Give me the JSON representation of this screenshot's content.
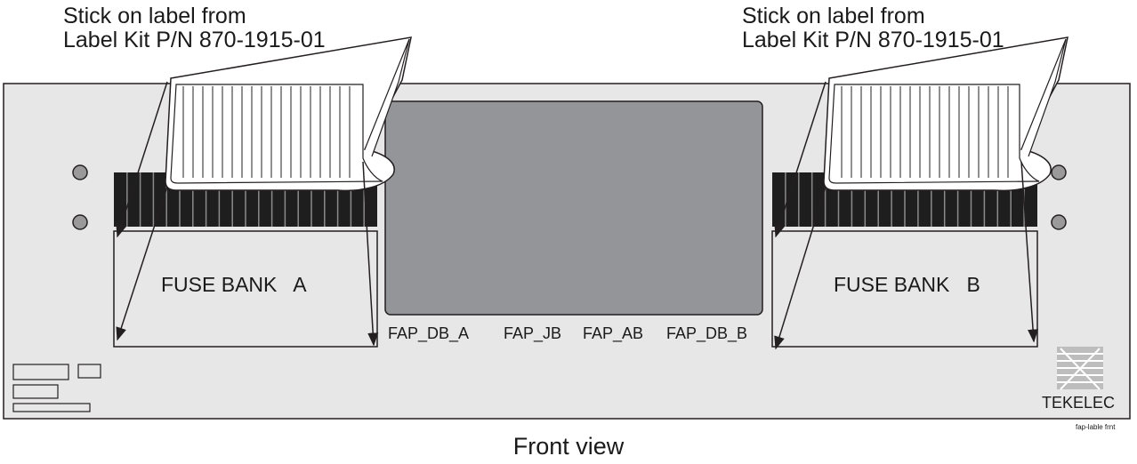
{
  "callouts": {
    "left": "Stick on label from\nLabel Kit P/N 870-1915-01",
    "right": "Stick on label from\nLabel Kit P/N 870-1915-01"
  },
  "fuse_banks": {
    "a": "FUSE BANK   A",
    "b": "FUSE BANK   B"
  },
  "connectors": [
    "FAP_DB_A",
    "FAP_JB",
    "FAP_AB",
    "FAP_DB_B"
  ],
  "brand": "TEKELEC",
  "figure_id": "fap-lable frnt",
  "caption": "Front view",
  "colors": {
    "panel": "#e7e7e7",
    "display": "#939598",
    "fuse_strip": "#1e1e1e",
    "outline": "#231f20"
  }
}
